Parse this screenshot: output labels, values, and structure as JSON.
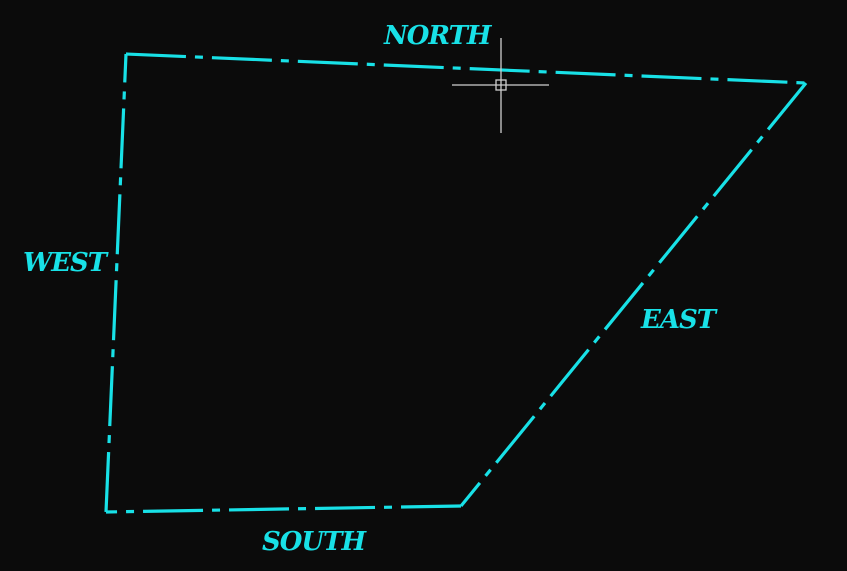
{
  "colors": {
    "background": "#0b0b0b",
    "boundary": "#18e1e7",
    "cursor": "#cfcfcf"
  },
  "boundary": {
    "edges": [
      {
        "name": "north",
        "label": "NORTH"
      },
      {
        "name": "east",
        "label": "EAST"
      },
      {
        "name": "south",
        "label": "SOUTH"
      },
      {
        "name": "west",
        "label": "WEST"
      }
    ],
    "line_style": "dash-dot"
  },
  "cursor": {
    "icon": "crosshair-pickbox-icon"
  }
}
